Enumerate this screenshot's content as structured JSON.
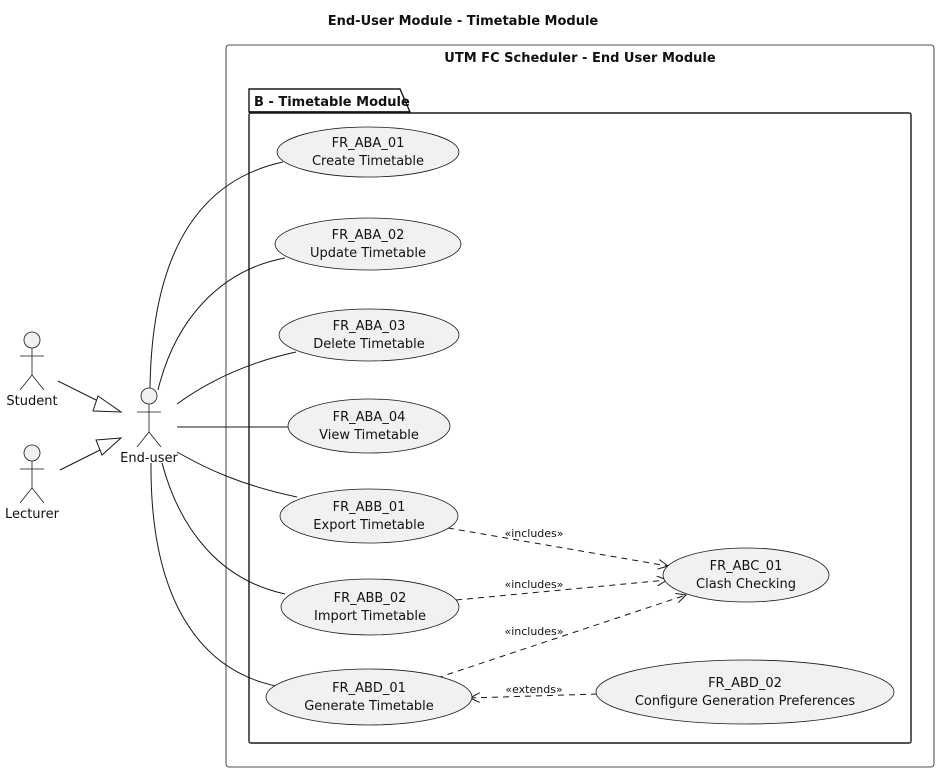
{
  "title": "End-User Module - Timetable Module",
  "system": {
    "label": "UTM FC Scheduler - End User Module"
  },
  "package": {
    "label": "B - Timetable Module"
  },
  "actors": {
    "student": "Student",
    "lecturer": "Lecturer",
    "end_user": "End-user"
  },
  "use_cases": {
    "fr_aba_01": {
      "id": "FR_ABA_01",
      "name": "Create Timetable"
    },
    "fr_aba_02": {
      "id": "FR_ABA_02",
      "name": "Update Timetable"
    },
    "fr_aba_03": {
      "id": "FR_ABA_03",
      "name": "Delete Timetable"
    },
    "fr_aba_04": {
      "id": "FR_ABA_04",
      "name": "View Timetable"
    },
    "fr_abb_01": {
      "id": "FR_ABB_01",
      "name": "Export Timetable"
    },
    "fr_abb_02": {
      "id": "FR_ABB_02",
      "name": "Import Timetable"
    },
    "fr_abd_01": {
      "id": "FR_ABD_01",
      "name": "Generate Timetable"
    },
    "fr_abc_01": {
      "id": "FR_ABC_01",
      "name": "Clash Checking"
    },
    "fr_abd_02": {
      "id": "FR_ABD_02",
      "name": "Configure Generation Preferences"
    }
  },
  "relations": {
    "export_includes": "«includes»",
    "import_includes": "«includes»",
    "generate_includes": "«includes»",
    "configure_extends": "«extends»"
  }
}
